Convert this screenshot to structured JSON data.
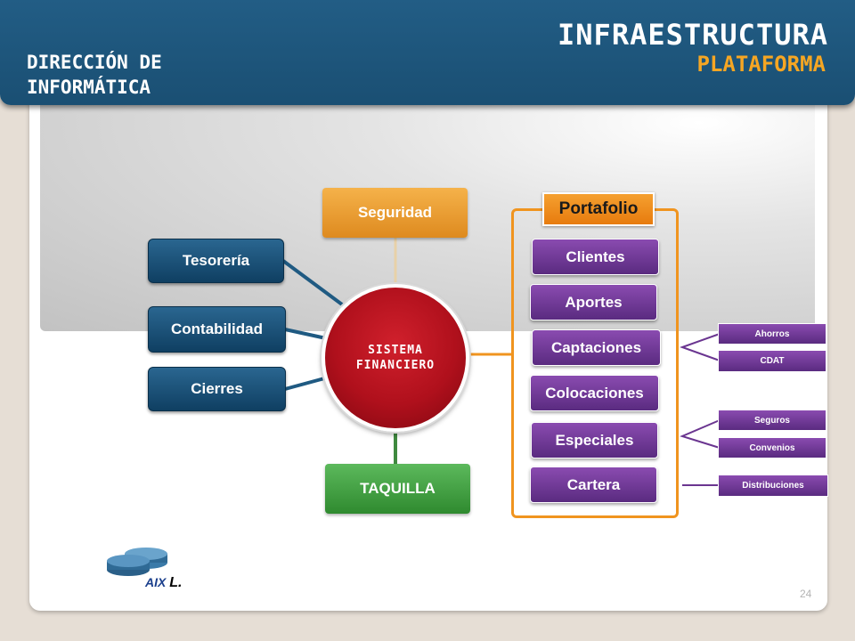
{
  "header": {
    "department": "DIRECCIÓN DE INFORMÁTICA",
    "title": "INFRAESTRUCTURA",
    "subtitle": "PLATAFORMA"
  },
  "center": {
    "line1": "SISTEMA",
    "line2": "FINANCIERO"
  },
  "top_node": "Seguridad",
  "bottom_node": "TAQUILLA",
  "left_nodes": [
    "Tesorería",
    "Contabilidad",
    "Cierres"
  ],
  "portfolio": {
    "label": "Portafolio",
    "items": [
      "Clientes",
      "Aportes",
      "Captaciones",
      "Colocaciones",
      "Especiales",
      "Cartera"
    ]
  },
  "sub_items": {
    "captaciones": [
      "Ahorros",
      "CDAT"
    ],
    "especiales": [
      "Seguros",
      "Convenios"
    ],
    "cartera": [
      "Distribuciones"
    ]
  },
  "logo": {
    "text": "AIX",
    "suffix": "L."
  },
  "page_number": "24",
  "colors": {
    "header_blue": "#1a4f73",
    "accent_orange": "#f0941f",
    "center_red": "#b0101c",
    "portfolio_purple": "#6a3590",
    "taquilla_green": "#3f9a3f"
  }
}
